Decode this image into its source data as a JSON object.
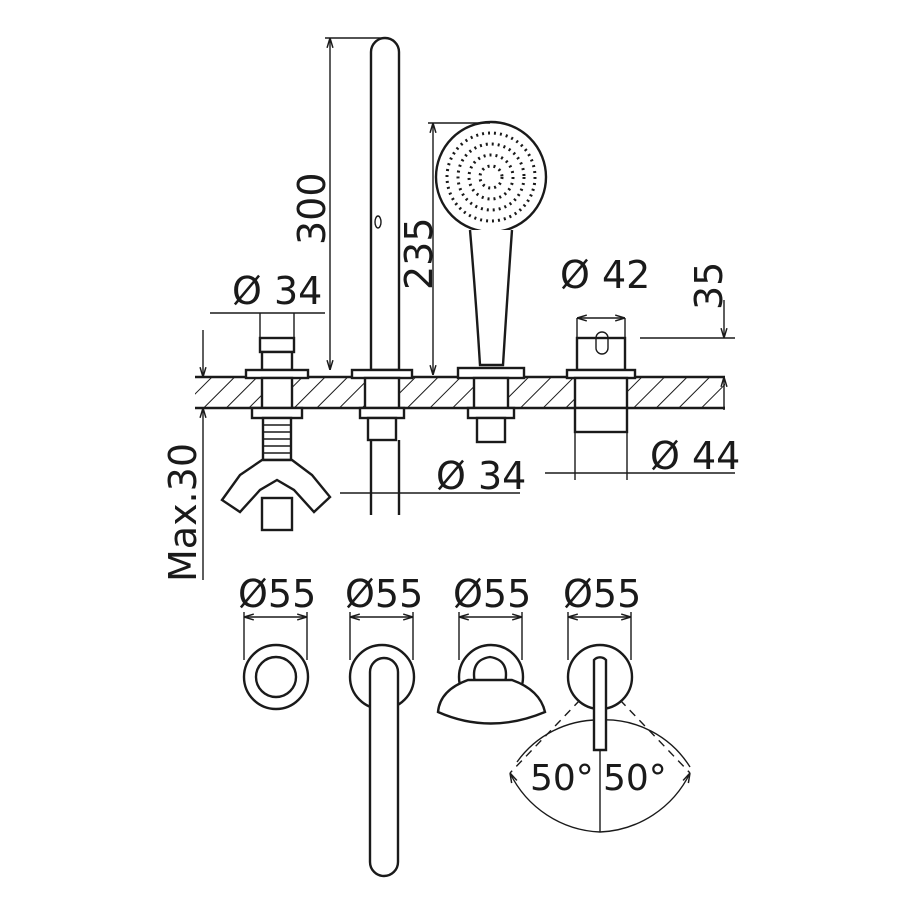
{
  "title": "Bath-shower mixer 4-hole deck mounted technical drawing",
  "dimensions": {
    "spout_height": "300",
    "handshower_height": "235",
    "diverter_diameter": "Ø 34",
    "mixer_diameter": "Ø 42",
    "mixer_body_height": "35",
    "spout_pipe_diameter": "Ø 34",
    "mixer_base_diameter": "Ø 44",
    "max_deck_thickness": "Max.30",
    "rosette_1": "Ø55",
    "rosette_2": "Ø55",
    "rosette_3": "Ø55",
    "rosette_4": "Ø55",
    "lever_angle_left": "50°",
    "lever_angle_right": "50°"
  }
}
